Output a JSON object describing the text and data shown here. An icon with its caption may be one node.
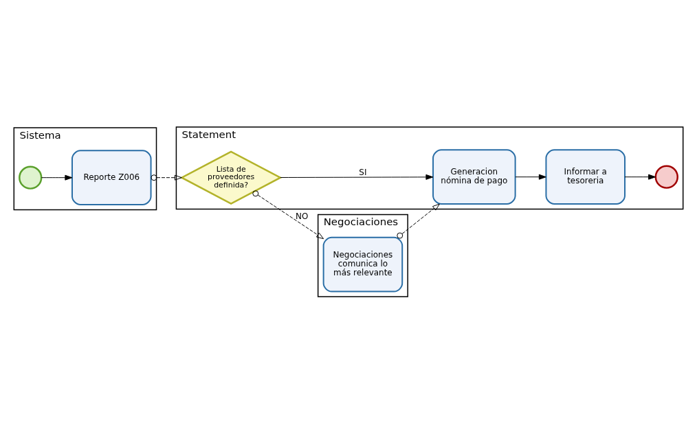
{
  "diagram": {
    "nodes": [
      {
        "text": [
          "Sistema"
        ]
      },
      {
        "text": [],
        "shape": "circle",
        "in": 0
      },
      {
        "text": [
          "Reporte Z006"
        ],
        "in": 0
      },
      {
        "text": [
          "Statement"
        ]
      },
      {
        "text": [
          "Lista de proveedores definida?"
        ],
        "in": 3
      },
      {
        "text": [
          "Generacion nómina de pago"
        ],
        "in": 3
      },
      {
        "text": [
          "Informar a tesoreria"
        ],
        "in": 3
      },
      {
        "text": [],
        "shape": "circle",
        "in": 3
      },
      {
        "text": [
          "Negociaciones"
        ]
      },
      {
        "text": [
          "Negociaciones comunica lo más relevante"
        ],
        "in": 8
      }
    ],
    "edges": [
      {
        "from": 1,
        "to": 2,
        "arrow": "to"
      },
      {
        "from": 2,
        "to": 4,
        "arrow": "to",
        "style": "dashed"
      },
      {
        "from": 4,
        "to": 5,
        "arrow": "to",
        "label": "SI"
      },
      {
        "from": 5,
        "to": 6,
        "arrow": "to"
      },
      {
        "from": 6,
        "to": 7,
        "arrow": "to"
      },
      {
        "from": 4,
        "to": 9,
        "arrow": "to",
        "style": "dashed",
        "label": "NO"
      },
      {
        "from": 9,
        "to": 5,
        "arrow": "to",
        "style": "dashed"
      }
    ]
  }
}
